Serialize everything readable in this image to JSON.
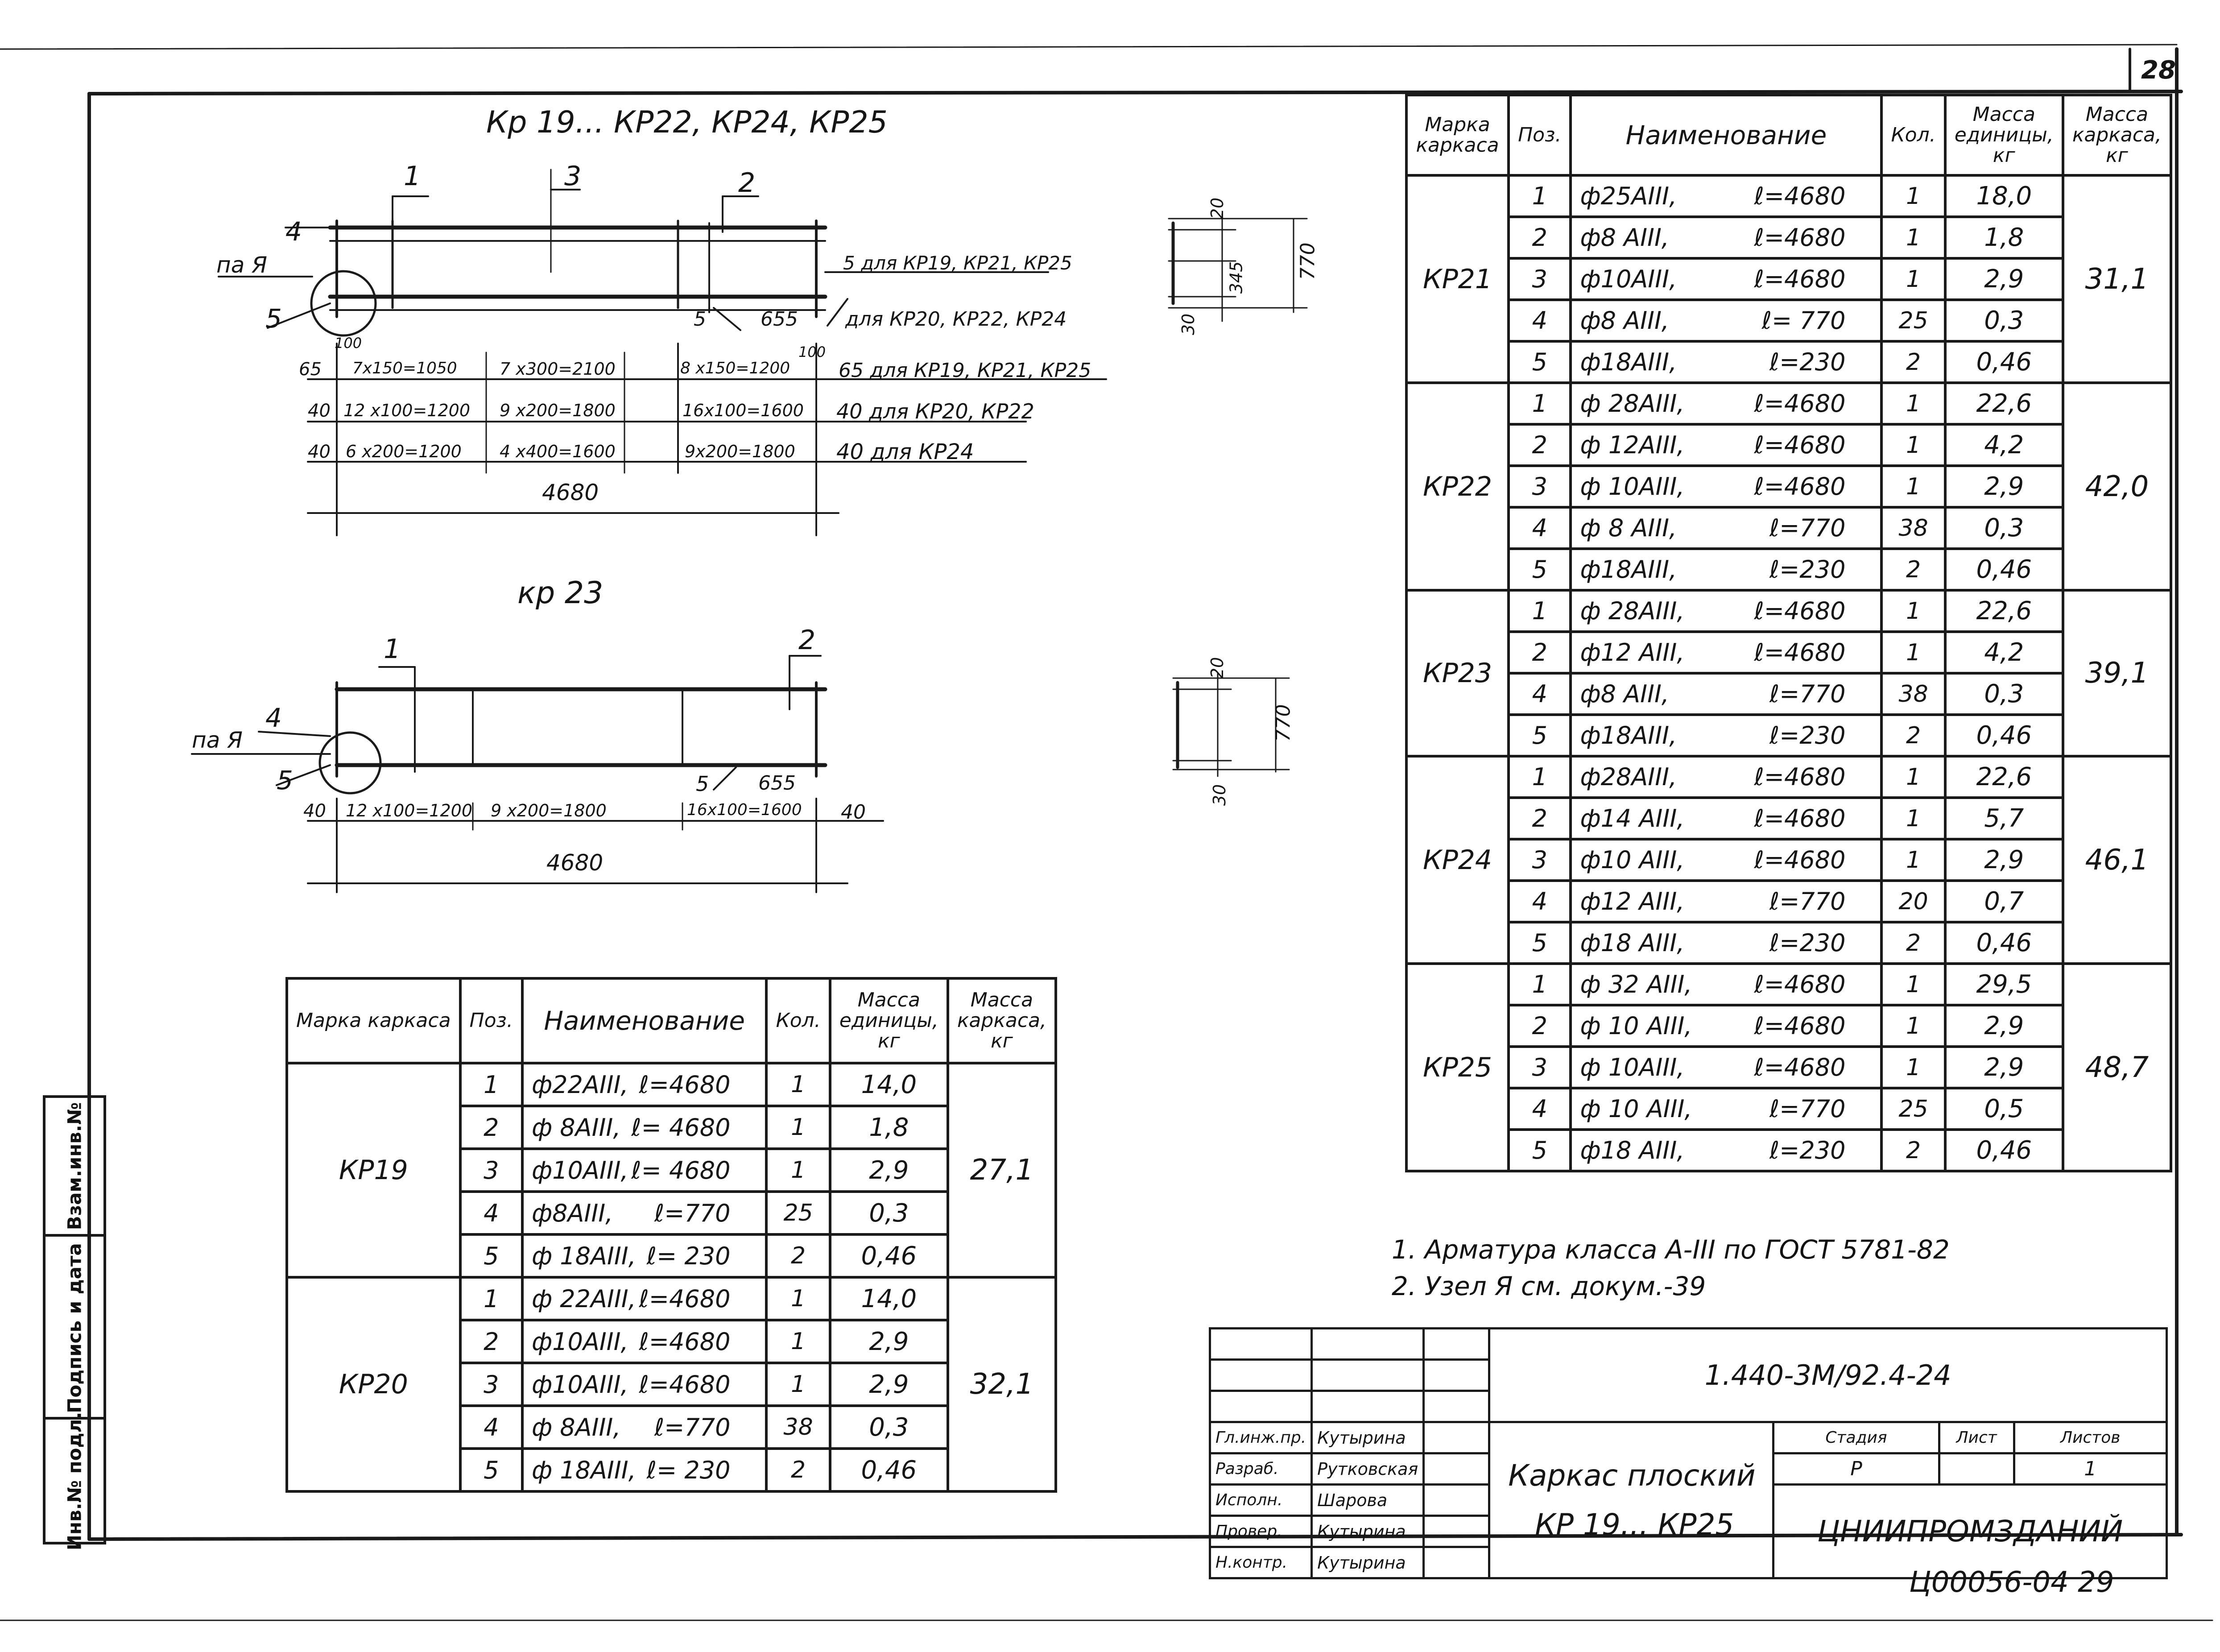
{
  "sheet_number": "28",
  "sheet_bottom": "Ц00056-04 29",
  "drawings": {
    "top_title": "Кр 19... КР22, КР24, КР25",
    "mid_title": "кр 23",
    "pos_labels": [
      "1",
      "2",
      "3",
      "4",
      "5"
    ],
    "node_label": "па Я",
    "dims_top": {
      "row1": [
        "65",
        "7х150=1050",
        "7 х300=2100",
        "8 х150=1200",
        "65 для КР19, КР21, КР25"
      ],
      "row2": [
        "40",
        "12 х100=1200",
        "9 х200=1800",
        "16х100=1600",
        "40 для КР20, КР22"
      ],
      "row3": [
        "40",
        "6 х200=1200",
        "4 х400=1600",
        "9х200=1800",
        "40 для КР24"
      ],
      "small": [
        "100",
        "100"
      ],
      "length": "4680",
      "callout_5a": "5 для КР19, КР21, КР25",
      "callout_5b": "для КР20, КР22, КР24",
      "pos5_dim": "655"
    },
    "dims_mid": {
      "row1": [
        "40",
        "12 х100=1200",
        "9 х200=1800",
        "16х100=1600",
        "40"
      ],
      "length": "4680",
      "pos5_dim": "655"
    },
    "section_top": {
      "a": "20",
      "b": "345",
      "c": "770",
      "d": "30"
    },
    "section_mid": {
      "a": "20",
      "b": "770",
      "c": "30"
    }
  },
  "spec_headers": {
    "mark": "Марка каркаса",
    "pos": "Поз.",
    "name": "Наименование",
    "qty": "Кол.",
    "unit_mass": "Масса единицы, кг",
    "frame_mass": "Масса каркаса, кг"
  },
  "spec_left": [
    {
      "mark": "КР19",
      "total": "27,1",
      "rows": [
        {
          "pos": "1",
          "bar": "ф22АIII,",
          "len": "ℓ=4680",
          "qty": "1",
          "mass": "14,0"
        },
        {
          "pos": "2",
          "bar": "ф 8АIII,",
          "len": "ℓ= 4680",
          "qty": "1",
          "mass": "1,8"
        },
        {
          "pos": "3",
          "bar": "ф10АIII,",
          "len": "ℓ= 4680",
          "qty": "1",
          "mass": "2,9"
        },
        {
          "pos": "4",
          "bar": "ф8АIII,",
          "len": "ℓ=770",
          "qty": "25",
          "mass": "0,3"
        },
        {
          "pos": "5",
          "bar": "ф 18АIII,",
          "len": "ℓ= 230",
          "qty": "2",
          "mass": "0,46"
        }
      ]
    },
    {
      "mark": "КР20",
      "total": "32,1",
      "rows": [
        {
          "pos": "1",
          "bar": "ф 22АIII,",
          "len": "ℓ=4680",
          "qty": "1",
          "mass": "14,0"
        },
        {
          "pos": "2",
          "bar": "ф10АIII,",
          "len": "ℓ=4680",
          "qty": "1",
          "mass": "2,9"
        },
        {
          "pos": "3",
          "bar": "ф10АIII,",
          "len": "ℓ=4680",
          "qty": "1",
          "mass": "2,9"
        },
        {
          "pos": "4",
          "bar": "ф 8АIII,",
          "len": "ℓ=770",
          "qty": "38",
          "mass": "0,3"
        },
        {
          "pos": "5",
          "bar": "ф 18АIII,",
          "len": "ℓ= 230",
          "qty": "2",
          "mass": "0,46"
        }
      ]
    }
  ],
  "spec_right": [
    {
      "mark": "КР21",
      "total": "31,1",
      "rows": [
        {
          "pos": "1",
          "bar": "ф25АIII,",
          "len": "ℓ=4680",
          "qty": "1",
          "mass": "18,0"
        },
        {
          "pos": "2",
          "bar": "ф8 АIII,",
          "len": "ℓ=4680",
          "qty": "1",
          "mass": "1,8"
        },
        {
          "pos": "3",
          "bar": "ф10АIII,",
          "len": "ℓ=4680",
          "qty": "1",
          "mass": "2,9"
        },
        {
          "pos": "4",
          "bar": "ф8 АIII,",
          "len": "ℓ= 770",
          "qty": "25",
          "mass": "0,3"
        },
        {
          "pos": "5",
          "bar": "ф18АIII,",
          "len": "ℓ=230",
          "qty": "2",
          "mass": "0,46"
        }
      ]
    },
    {
      "mark": "КР22",
      "total": "42,0",
      "rows": [
        {
          "pos": "1",
          "bar": "ф 28АIII,",
          "len": "ℓ=4680",
          "qty": "1",
          "mass": "22,6"
        },
        {
          "pos": "2",
          "bar": "ф 12АIII,",
          "len": "ℓ=4680",
          "qty": "1",
          "mass": "4,2"
        },
        {
          "pos": "3",
          "bar": "ф 10АIII,",
          "len": "ℓ=4680",
          "qty": "1",
          "mass": "2,9"
        },
        {
          "pos": "4",
          "bar": "ф 8 АIII,",
          "len": "ℓ=770",
          "qty": "38",
          "mass": "0,3"
        },
        {
          "pos": "5",
          "bar": "ф18АIII,",
          "len": "ℓ=230",
          "qty": "2",
          "mass": "0,46"
        }
      ]
    },
    {
      "mark": "КР23",
      "total": "39,1",
      "rows": [
        {
          "pos": "1",
          "bar": "ф 28АIII,",
          "len": "ℓ=4680",
          "qty": "1",
          "mass": "22,6"
        },
        {
          "pos": "2",
          "bar": "ф12 АIII,",
          "len": "ℓ=4680",
          "qty": "1",
          "mass": "4,2"
        },
        {
          "pos": "4",
          "bar": "ф8 АIII,",
          "len": "ℓ=770",
          "qty": "38",
          "mass": "0,3"
        },
        {
          "pos": "5",
          "bar": "ф18АIII,",
          "len": "ℓ=230",
          "qty": "2",
          "mass": "0,46"
        }
      ]
    },
    {
      "mark": "КР24",
      "total": "46,1",
      "rows": [
        {
          "pos": "1",
          "bar": "ф28АIII,",
          "len": "ℓ=4680",
          "qty": "1",
          "mass": "22,6"
        },
        {
          "pos": "2",
          "bar": "ф14 АIII,",
          "len": "ℓ=4680",
          "qty": "1",
          "mass": "5,7"
        },
        {
          "pos": "3",
          "bar": "ф10 АIII,",
          "len": "ℓ=4680",
          "qty": "1",
          "mass": "2,9"
        },
        {
          "pos": "4",
          "bar": "ф12 АIII,",
          "len": "ℓ=770",
          "qty": "20",
          "mass": "0,7"
        },
        {
          "pos": "5",
          "bar": "ф18 АIII,",
          "len": "ℓ=230",
          "qty": "2",
          "mass": "0,46"
        }
      ]
    },
    {
      "mark": "КР25",
      "total": "48,7",
      "rows": [
        {
          "pos": "1",
          "bar": "ф 32 АIII,",
          "len": "ℓ=4680",
          "qty": "1",
          "mass": "29,5"
        },
        {
          "pos": "2",
          "bar": "ф 10 АIII,",
          "len": "ℓ=4680",
          "qty": "1",
          "mass": "2,9"
        },
        {
          "pos": "3",
          "bar": "ф 10АIII,",
          "len": "ℓ=4680",
          "qty": "1",
          "mass": "2,9"
        },
        {
          "pos": "4",
          "bar": "ф 10 АIII,",
          "len": "ℓ=770",
          "qty": "25",
          "mass": "0,5"
        },
        {
          "pos": "5",
          "bar": "ф18 АIII,",
          "len": "ℓ=230",
          "qty": "2",
          "mass": "0,46"
        }
      ]
    }
  ],
  "notes": [
    "1. Арматура класса А-III по ГОСТ 5781-82",
    "2. Узел Я см. докум.-39"
  ],
  "title_block": {
    "doc_code": "1.440-3М/92.4-24",
    "roles": [
      {
        "role": "Гл.инж.пр.",
        "name": "Кутырина"
      },
      {
        "role": "Разраб.",
        "name": "Рутковская"
      },
      {
        "role": "Исполн.",
        "name": "Шарова"
      },
      {
        "role": "Провер.",
        "name": "Кутырина"
      },
      {
        "role": "Н.контр.",
        "name": "Кутырина"
      }
    ],
    "title_line1": "Каркас плоский",
    "title_line2": "КР 19... КР25",
    "stage_label": "Стадия",
    "sheet_label": "Лист",
    "sheets_label": "Листов",
    "stage": "Р",
    "sheet": "",
    "sheets": "1",
    "org": "ЦНИИПРОМЗДАНИЙ"
  },
  "sidebar": {
    "inv_no": "Инв.№ подл.",
    "sign_date": "Подпись и дата",
    "repl_inv": "Взам.инв.№"
  }
}
